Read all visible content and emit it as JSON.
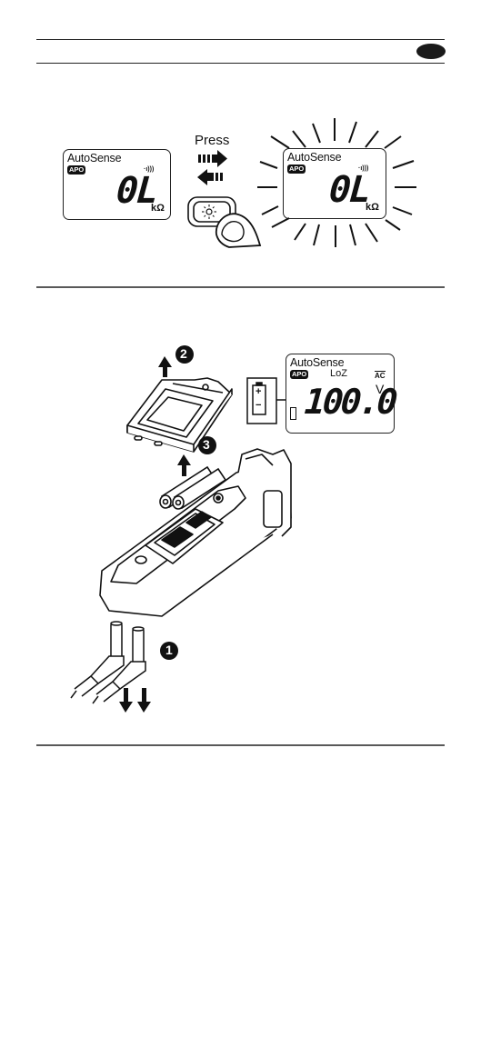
{
  "lcd1": {
    "autosense": "AutoSense",
    "apo": "APO",
    "reading": "0L",
    "unit": "kΩ"
  },
  "press_label": "Press",
  "lcd2": {
    "autosense": "AutoSense",
    "apo": "APO",
    "reading": "0L",
    "unit": "kΩ"
  },
  "lcd3": {
    "autosense": "AutoSense",
    "apo": "APO",
    "loz": "LoZ",
    "reading": "100.0",
    "ac": "AC",
    "unit": "V"
  },
  "battery": {
    "plus": "+",
    "minus": "−"
  },
  "steps": {
    "step1": "1",
    "step2": "2",
    "step3": "3"
  }
}
